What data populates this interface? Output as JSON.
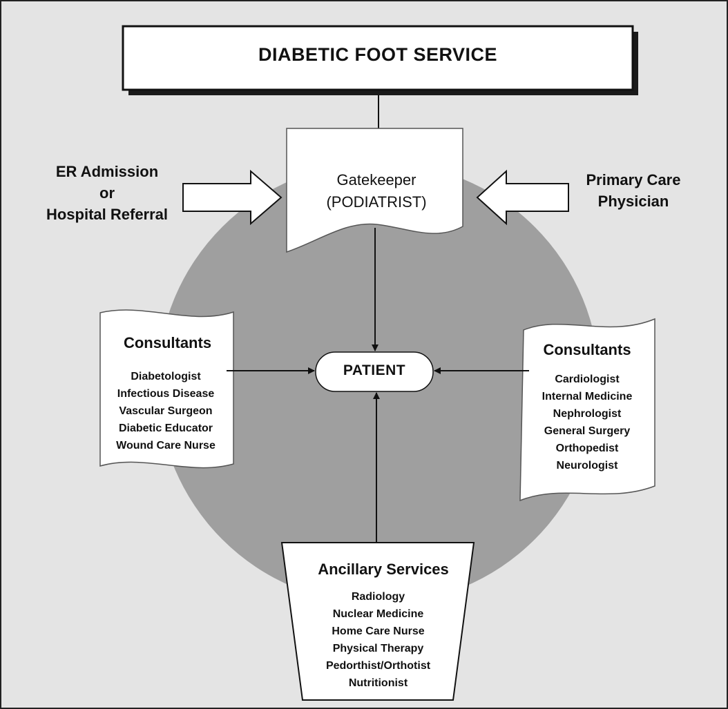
{
  "diagram": {
    "title": "DIABETIC FOOT SERVICE",
    "left_input": {
      "lines": [
        "ER Admission",
        "or",
        "Hospital Referral"
      ]
    },
    "right_input": {
      "lines": [
        "Primary Care",
        "Physician"
      ]
    },
    "gatekeeper": {
      "lines": [
        "Gatekeeper",
        "(PODIATRIST)"
      ]
    },
    "patient": "PATIENT",
    "left_consultants": {
      "heading": "Consultants",
      "items": [
        "Diabetologist",
        "Infectious Disease",
        "Vascular Surgeon",
        "Diabetic Educator",
        "Wound Care Nurse"
      ]
    },
    "right_consultants": {
      "heading": "Consultants",
      "items": [
        "Cardiologist",
        "Internal Medicine",
        "Nephrologist",
        "General Surgery",
        "Orthopedist",
        "Neurologist"
      ]
    },
    "ancillary": {
      "heading": "Ancillary Services",
      "items": [
        "Radiology",
        "Nuclear Medicine",
        "Home Care Nurse",
        "Physical Therapy",
        "Pedorthist/Orthotist",
        "Nutritionist"
      ]
    }
  }
}
